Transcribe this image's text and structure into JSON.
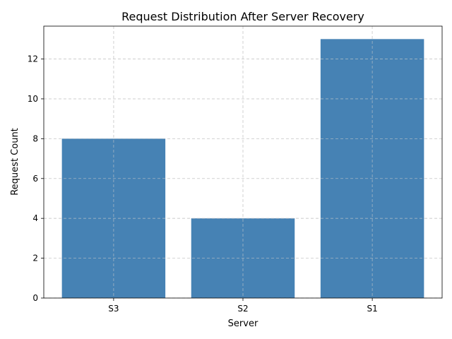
{
  "chart_data": {
    "type": "bar",
    "title": "Request Distribution After Server Recovery",
    "xlabel": "Server",
    "ylabel": "Request Count",
    "categories": [
      "S3",
      "S2",
      "S1"
    ],
    "values": [
      8,
      4,
      13
    ],
    "ylim": [
      0,
      13.65
    ],
    "yticks": [
      0,
      2,
      4,
      6,
      8,
      10,
      12
    ],
    "grid": true,
    "bar_color": "#4682b4",
    "grid_color": "#cccccc"
  }
}
